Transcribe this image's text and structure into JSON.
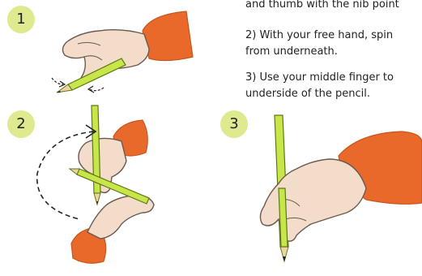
{
  "instructions": {
    "line1": "and thumb with the nib point",
    "line2a": "2) With your free hand, spin",
    "line2b": "from underneath.",
    "line3a": "3) Use your middle finger to",
    "line3b": "underside of the pencil."
  },
  "steps": [
    {
      "number": "1"
    },
    {
      "number": "2"
    },
    {
      "number": "3"
    }
  ],
  "colors": {
    "badge": "#dfe98f",
    "skin": "#f4dccb",
    "skin_outline": "#6b5a4e",
    "sleeve": "#e8692a",
    "pencil": "#c8e64a",
    "pencil_outline": "#5c7a14",
    "wood": "#f0d3a5"
  }
}
